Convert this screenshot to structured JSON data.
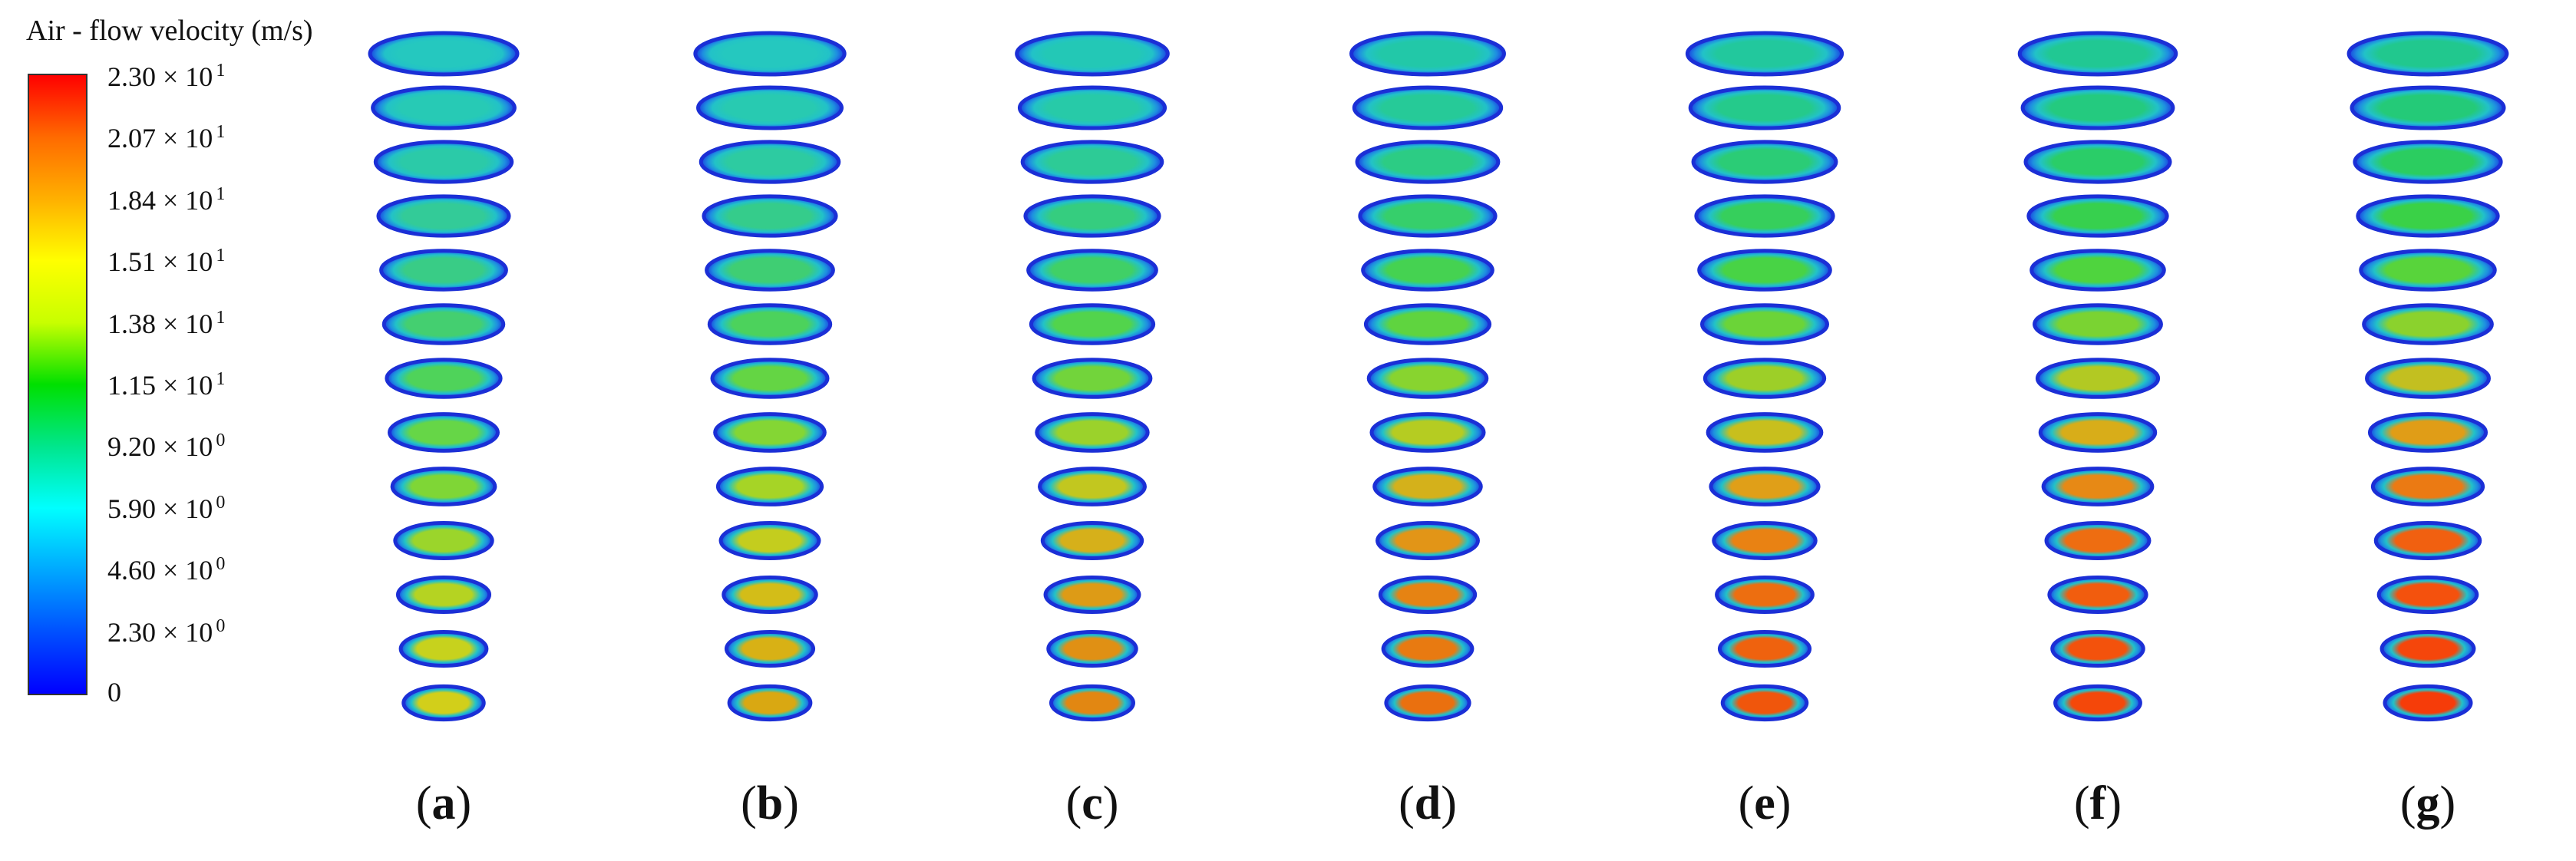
{
  "legend": {
    "title": "Air - flow velocity (m/s)",
    "ticks": [
      {
        "mant": "2.30 × 10",
        "exp": "1"
      },
      {
        "mant": "2.07 × 10",
        "exp": "1"
      },
      {
        "mant": "1.84 × 10",
        "exp": "1"
      },
      {
        "mant": "1.51 × 10",
        "exp": "1"
      },
      {
        "mant": "1.38 × 10",
        "exp": "1"
      },
      {
        "mant": "1.15 × 10",
        "exp": "1"
      },
      {
        "mant": "9.20 × 10",
        "exp": "0"
      },
      {
        "mant": "5.90 × 10",
        "exp": "0"
      },
      {
        "mant": "4.60 × 10",
        "exp": "0"
      },
      {
        "mant": "2.30 × 10",
        "exp": "0"
      },
      {
        "mant": "0",
        "exp": ""
      }
    ],
    "colors": [
      "#ff0000",
      "#ff6a00",
      "#ffb000",
      "#ffff00",
      "#c8ff00",
      "#00e000",
      "#00e68c",
      "#00ffff",
      "#00a8ff",
      "#0050ff",
      "#0000ff"
    ]
  },
  "panels": [
    {
      "id": "a",
      "core_colors": [
        "#25c8bf",
        "#27cab5",
        "#2bcaa8",
        "#33cb98",
        "#39cc86",
        "#44cf70",
        "#4fd35a",
        "#66d647",
        "#7fd636",
        "#9bd52b",
        "#b5d322",
        "#c7d21d",
        "#d2cf1a"
      ]
    },
    {
      "id": "b",
      "core_colors": [
        "#25c8bf",
        "#28cab1",
        "#2dcba1",
        "#35cc8b",
        "#3fce73",
        "#4cd25c",
        "#64d544",
        "#84d634",
        "#a6d426",
        "#c4cd1e",
        "#d3bd18",
        "#d8b115",
        "#d9a812"
      ]
    },
    {
      "id": "c",
      "core_colors": [
        "#23c8b6",
        "#27caa8",
        "#2dcb96",
        "#35cd7f",
        "#40d066",
        "#52d44c",
        "#72d43b",
        "#9bd22b",
        "#c2c71f",
        "#d6b01a",
        "#dd9b16",
        "#e09014",
        "#e28712"
      ]
    },
    {
      "id": "d",
      "core_colors": [
        "#22c8a8",
        "#26ca98",
        "#2ccc84",
        "#36cf6b",
        "#45d251",
        "#5fd43f",
        "#88d42f",
        "#b5cc22",
        "#d4b11b",
        "#e29517",
        "#e68313",
        "#e87a11",
        "#ea700f"
      ]
    },
    {
      "id": "e",
      "core_colors": [
        "#22c89d",
        "#25ca8b",
        "#2bcc76",
        "#36cf5c",
        "#48d345",
        "#6bd438",
        "#9dcf28",
        "#c8bf1d",
        "#e09f18",
        "#e98213",
        "#ed6e10",
        "#ef620e",
        "#f0560c"
      ]
    },
    {
      "id": "f",
      "core_colors": [
        "#21c893",
        "#24ca7f",
        "#2acd68",
        "#37d04e",
        "#4fd43e",
        "#7ad332",
        "#b2c923",
        "#d8ad19",
        "#e78915",
        "#ee6d11",
        "#f15d0e",
        "#f3520c",
        "#f4480a"
      ]
    },
    {
      "id": "g",
      "core_colors": [
        "#21c88e",
        "#24ca78",
        "#2bcd60",
        "#3ad147",
        "#58d43b",
        "#8bd22d",
        "#c3bf20",
        "#e09d17",
        "#eb7a13",
        "#f16010",
        "#f4510d",
        "#f5460b",
        "#f63c09"
      ]
    }
  ],
  "captions": [
    "a",
    "b",
    "c",
    "d",
    "e",
    "f",
    "g"
  ]
}
